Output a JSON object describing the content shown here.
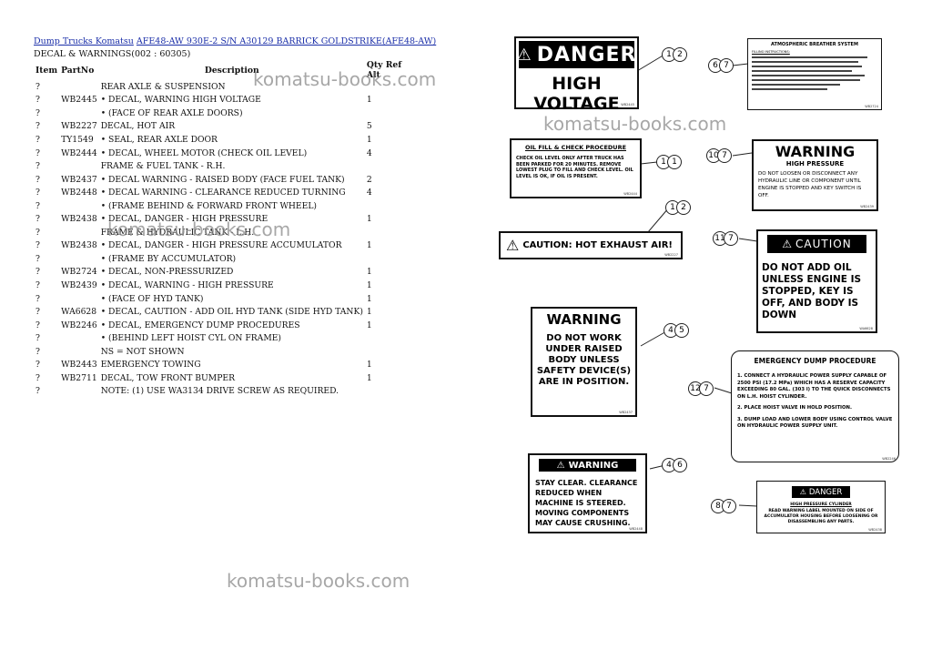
{
  "breadcrumb": {
    "link1": "Dump Trucks Komatsu",
    "link2": "AFE48-AW 930E-2 S/N A30129 BARRICK GOLDSTRIKE(AFE48-AW)"
  },
  "subtitle": "DECAL & WARNINGS(002 : 60305)",
  "table": {
    "headers": {
      "item": "Item",
      "part": "PartNo",
      "desc": "Description",
      "qty": "Qty",
      "ref": "Ref",
      "alt": "Alt"
    },
    "rows": [
      {
        "item": "?",
        "part": "",
        "desc": "REAR AXLE & SUSPENSION",
        "qty": ""
      },
      {
        "item": "?",
        "part": "WB2445",
        "desc": "• DECAL, WARNING HIGH VOLTAGE",
        "qty": "1"
      },
      {
        "item": "?",
        "part": "",
        "desc": "• (FACE OF REAR AXLE DOORS)",
        "qty": ""
      },
      {
        "item": "?",
        "part": "WB2227",
        "desc": "DECAL, HOT AIR",
        "qty": "5"
      },
      {
        "item": "?",
        "part": "TY1549",
        "desc": "• SEAL, REAR AXLE DOOR",
        "qty": "1"
      },
      {
        "item": "?",
        "part": "WB2444",
        "desc": "• DECAL, WHEEL MOTOR (CHECK OIL LEVEL)",
        "qty": "4"
      },
      {
        "item": "?",
        "part": "",
        "desc": "FRAME & FUEL TANK - R.H.",
        "qty": ""
      },
      {
        "item": "?",
        "part": "WB2437",
        "desc": "• DECAL WARNING - RAISED BODY (FACE FUEL TANK)",
        "qty": "2"
      },
      {
        "item": "?",
        "part": "WB2448",
        "desc": "• DECAL WARNING - CLEARANCE REDUCED TURNING",
        "qty": "4"
      },
      {
        "item": "?",
        "part": "",
        "desc": "• (FRAME BEHIND & FORWARD FRONT WHEEL)",
        "qty": ""
      },
      {
        "item": "?",
        "part": "WB2438",
        "desc": "• DECAL, DANGER - HIGH PRESSURE",
        "qty": "1"
      },
      {
        "item": "?",
        "part": "",
        "desc": "FRAME & HYDRAULIC TANK - L.H.",
        "qty": ""
      },
      {
        "item": "?",
        "part": "WB2438",
        "desc": "• DECAL, DANGER - HIGH PRESSURE ACCUMULATOR",
        "qty": "1"
      },
      {
        "item": "?",
        "part": "",
        "desc": "• (FRAME BY ACCUMULATOR)",
        "qty": ""
      },
      {
        "item": "?",
        "part": "WB2724",
        "desc": "• DECAL, NON-PRESSURIZED",
        "qty": "1"
      },
      {
        "item": "?",
        "part": "WB2439",
        "desc": "• DECAL, WARNING - HIGH PRESSURE",
        "qty": "1"
      },
      {
        "item": "?",
        "part": "",
        "desc": "• (FACE OF HYD TANK)",
        "qty": "1"
      },
      {
        "item": "?",
        "part": "WA6628",
        "desc": "• DECAL, CAUTION - ADD OIL HYD TANK (SIDE HYD TANK)",
        "qty": "1"
      },
      {
        "item": "?",
        "part": "WB2246",
        "desc": "• DECAL, EMERGENCY DUMP PROCEDURES",
        "qty": "1"
      },
      {
        "item": "?",
        "part": "",
        "desc": "• (BEHIND LEFT HOIST CYL ON FRAME)",
        "qty": ""
      },
      {
        "item": "?",
        "part": "",
        "desc": "NS = NOT SHOWN",
        "qty": ""
      },
      {
        "item": "?",
        "part": "WB2443",
        "desc": "EMERGENCY TOWING",
        "qty": "1"
      },
      {
        "item": "?",
        "part": "WB2711",
        "desc": "DECAL, TOW FRONT BUMPER",
        "qty": "1"
      },
      {
        "item": "?",
        "part": "",
        "desc": "NOTE: (1) USE WA3134 DRIVE SCREW AS REQUIRED.",
        "qty": ""
      }
    ]
  },
  "watermark": "komatsu-books.com",
  "decals": {
    "danger_hv": {
      "header": "DANGER",
      "body": "HIGH VOLTAGE",
      "pn": "WB2445"
    },
    "breather": {
      "title": "ATMOSPHERIC BREATHER SYSTEM",
      "sub": "FILLING INSTRUCTIONS:",
      "pn": "WB2724"
    },
    "oil_fill": {
      "title": "OIL FILL & CHECK PROCEDURE",
      "body": "CHECK OIL LEVEL ONLY AFTER TRUCK HAS BEEN PARKED FOR 20 MINUTES. REMOVE LOWEST PLUG TO FILL AND CHECK LEVEL. OIL LEVEL IS OK, IF OIL IS PRESENT.",
      "pn": "WB2444"
    },
    "warn_hp": {
      "header": "WARNING",
      "sub": "HIGH PRESSURE",
      "body": "DO NOT LOOSEN OR DISCONNECT ANY HYDRAULIC LINE OR COMPONENT UNTIL ENGINE IS STOPPED AND KEY SWITCH IS OFF.",
      "pn": "WB2439"
    },
    "hot_air": {
      "text": "CAUTION: HOT EXHAUST AIR!",
      "pn": "WB2227"
    },
    "caution_oil": {
      "header": "CAUTION",
      "body": "DO NOT ADD OIL UNLESS ENGINE IS STOPPED, KEY IS OFF, AND BODY IS DOWN",
      "pn": "WA6628"
    },
    "warn_body": {
      "header": "WARNING",
      "body": "DO NOT WORK UNDER RAISED BODY UNLESS SAFETY DEVICE(S) ARE IN POSITION.",
      "pn": "WB2437"
    },
    "emerg": {
      "title": "EMERGENCY DUMP PROCEDURE",
      "s1": "1. CONNECT A HYDRAULIC POWER SUPPLY CAPABLE OF 2500 PSI (17.2 MPa) WHICH HAS A RESERVE CAPACITY EXCEEDING 80 GAL. (303 l) TO THE QUICK DISCONNECTS ON L.H. HOIST CYLINDER.",
      "s2": "2. PLACE HOIST VALVE IN HOLD POSITION.",
      "s3": "3. DUMP LOAD AND LOWER BODY USING CONTROL VALVE ON HYDRAULIC POWER SUPPLY UNIT.",
      "pn": "WB2246"
    },
    "warn_clear": {
      "header": "WARNING",
      "body": "STAY CLEAR. CLEARANCE REDUCED WHEN MACHINE IS STEERED. MOVING COMPONENTS MAY CAUSE CRUSHING.",
      "pn": "WB2448"
    },
    "danger_acc": {
      "header": "DANGER",
      "sub": "HIGH PRESSURE CYLINDER",
      "body": "READ WARNING LABEL MOUNTED ON SIDE OF ACCUMULATOR HOUSING BEFORE LOOSENING OR DISASSEMBLING ANY PARTS.",
      "pn": "WB2438"
    }
  },
  "callouts": {
    "c1": [
      "1",
      "2"
    ],
    "c2": [
      "6",
      "7"
    ],
    "c3": [
      "1",
      "1"
    ],
    "c4": [
      "10",
      "7"
    ],
    "c5": [
      "1",
      "2"
    ],
    "c6": [
      "11",
      "7"
    ],
    "c7": [
      "4",
      "5"
    ],
    "c8": [
      "12",
      "7"
    ],
    "c9": [
      "4",
      "6"
    ],
    "c10": [
      "8",
      "7"
    ]
  }
}
